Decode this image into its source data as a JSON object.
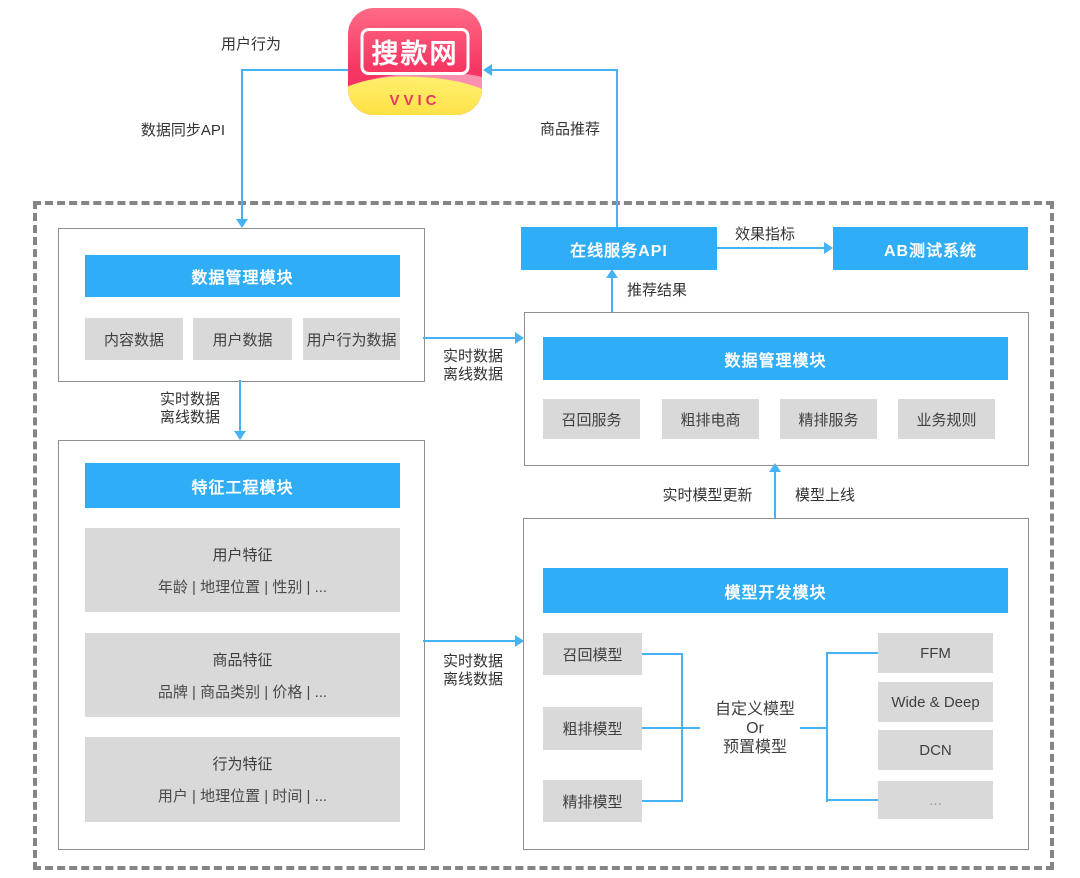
{
  "icon": {
    "title": "搜款网",
    "brand": "VVIC"
  },
  "edges": {
    "user_behavior": "用户行为",
    "data_sync_api": "数据同步API",
    "product_recommend": "商品推荐",
    "recommend_result": "推荐结果",
    "effect_metric": "效果指标",
    "realtime_data": "实时数据",
    "offline_data": "离线数据",
    "model_realtime_update": "实时模型更新",
    "model_online": "模型上线"
  },
  "modules": {
    "data_mgmt_left": {
      "title": "数据管理模块",
      "items": [
        "内容数据",
        "用户数据",
        "用户行为数据"
      ]
    },
    "feature_eng": {
      "title": "特征工程模块",
      "items": [
        {
          "title": "用户特征",
          "desc": "年龄 | 地理位置 | 性别 | ..."
        },
        {
          "title": "商品特征",
          "desc": "品牌 | 商品类别 | 价格 | ..."
        },
        {
          "title": "行为特征",
          "desc": "用户 | 地理位置 | 时间 | ..."
        }
      ]
    },
    "online_service_api": {
      "label": "在线服务API"
    },
    "ab_test": {
      "label": "AB测试系统"
    },
    "data_mgmt_right": {
      "title": "数据管理模块",
      "items": [
        "召回服务",
        "粗排电商",
        "精排服务",
        "业务规则"
      ]
    },
    "model_dev": {
      "title": "模型开发模块",
      "pipeline_models": [
        "召回模型",
        "粗排模型",
        "精排模型"
      ],
      "choice": {
        "line1": "自定义模型",
        "line2": "Or",
        "line3": "预置模型"
      },
      "preset_models": [
        "FFM",
        "Wide & Deep",
        "DCN",
        "..."
      ]
    }
  },
  "colors": {
    "module_blue": "#2FADF7",
    "connector_blue": "#45B3F6",
    "chip_gray": "#D9D9D9",
    "boundary_gray": "#858585"
  }
}
